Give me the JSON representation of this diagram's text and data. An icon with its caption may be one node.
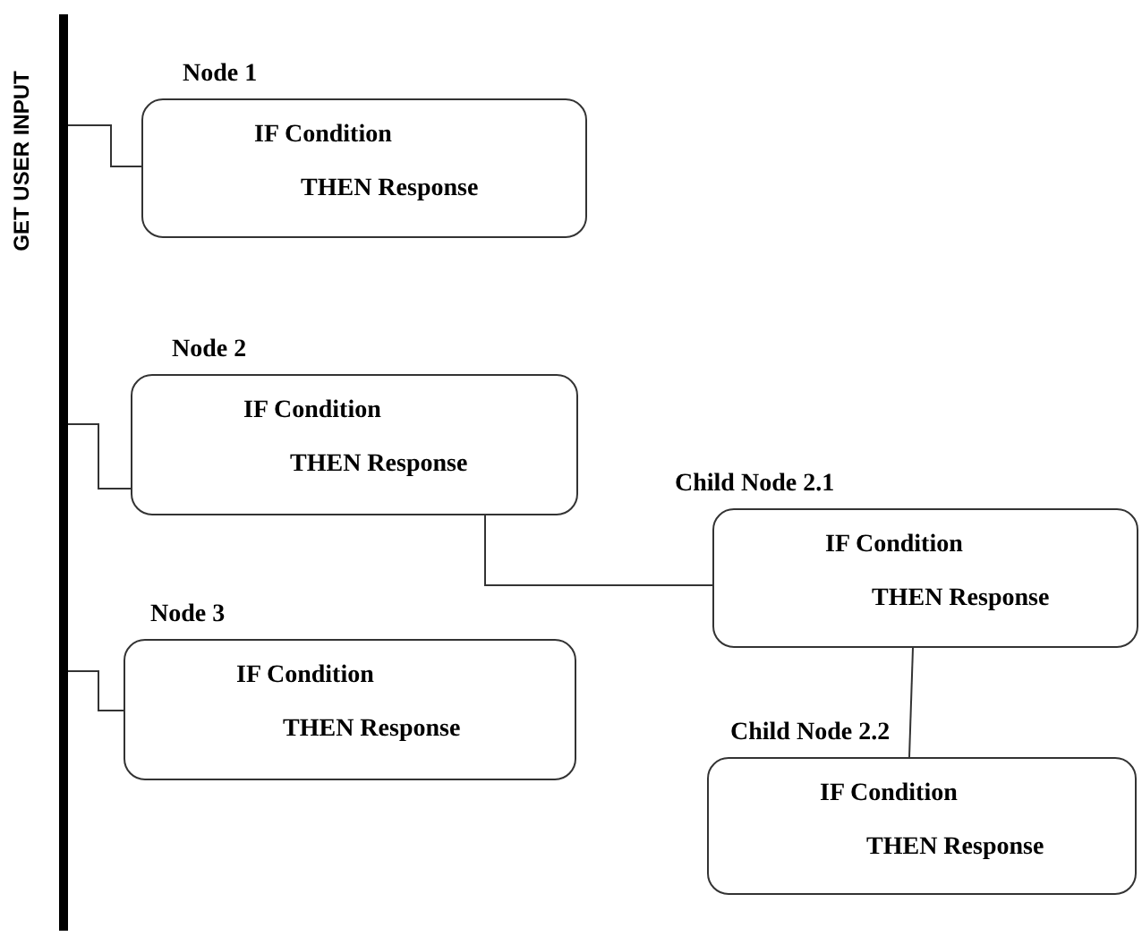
{
  "diagram": {
    "nodes": [
      {
        "text": [
          "GET USER INPUT"
        ]
      },
      {
        "text": [
          "Node 1",
          "IF Condition",
          "THEN Response"
        ]
      },
      {
        "text": [
          "Node 2",
          "IF Condition",
          "THEN Response"
        ]
      },
      {
        "text": [
          "Child Node 2.1",
          "IF Condition",
          "THEN Response"
        ]
      },
      {
        "text": [
          "Node 3",
          "IF Condition",
          "THEN Response"
        ]
      },
      {
        "text": [
          "Child Node 2.2",
          "IF Condition",
          "THEN Response"
        ]
      }
    ],
    "edges": [
      {
        "from": 0,
        "to": 1,
        "arrow": "none"
      },
      {
        "from": 0,
        "to": 2,
        "arrow": "none"
      },
      {
        "from": 2,
        "to": 3,
        "arrow": "none"
      },
      {
        "from": 0,
        "to": 4,
        "arrow": "none"
      },
      {
        "from": 3,
        "to": 5,
        "arrow": "none"
      }
    ]
  }
}
